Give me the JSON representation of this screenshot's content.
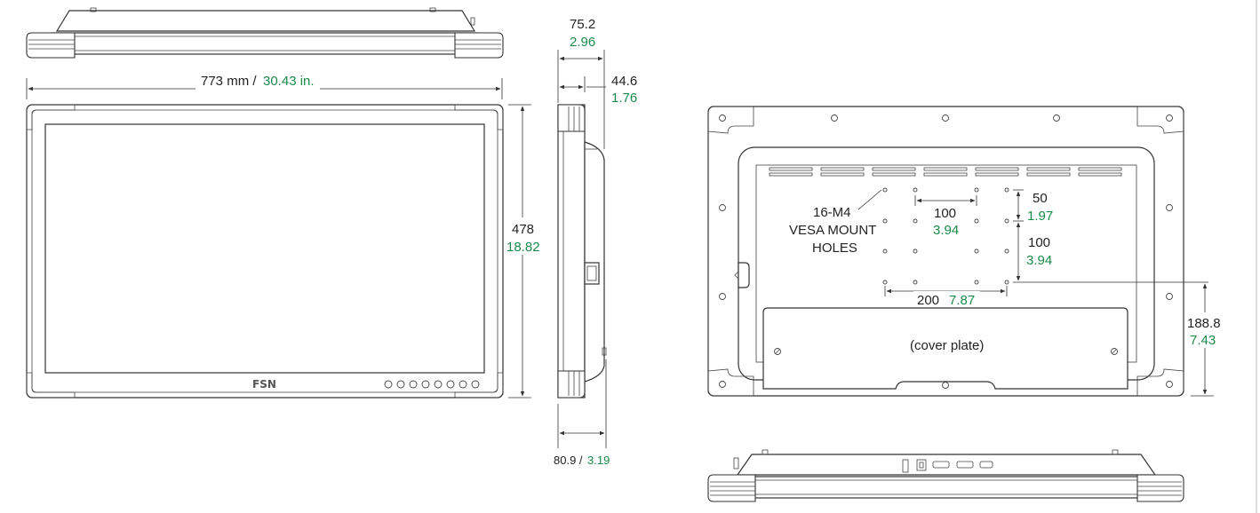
{
  "front_view": {
    "width_mm_label": "773 mm /",
    "width_in_label": "30.43 in.",
    "height_mm": "478",
    "height_in": "18.82",
    "logo_text": "FSN"
  },
  "side_view": {
    "depth_total_mm": "75.2",
    "depth_total_in": "2.96",
    "depth_body_mm": "44.6",
    "depth_body_in": "1.76",
    "depth_base_mm_label": "80.9 /",
    "depth_base_in": "3.19"
  },
  "rear_view": {
    "vesa_label_line1": "16-M4",
    "vesa_label_line2": "VESA MOUNT",
    "vesa_label_line3": "HOLES",
    "spacing_h_100_mm": "100",
    "spacing_h_100_in": "3.94",
    "spacing_v_50_mm": "50",
    "spacing_v_50_in": "1.97",
    "spacing_v_100_mm": "100",
    "spacing_v_100_in": "3.94",
    "spacing_h_200_mm": "200",
    "spacing_h_200_in": "7.87",
    "offset_mm": "188.8",
    "offset_in": "7.43",
    "cover_plate_label": "(cover plate)"
  },
  "colors": {
    "metric": "#222222",
    "imperial": "#1a8a4a",
    "line": "#333333"
  }
}
